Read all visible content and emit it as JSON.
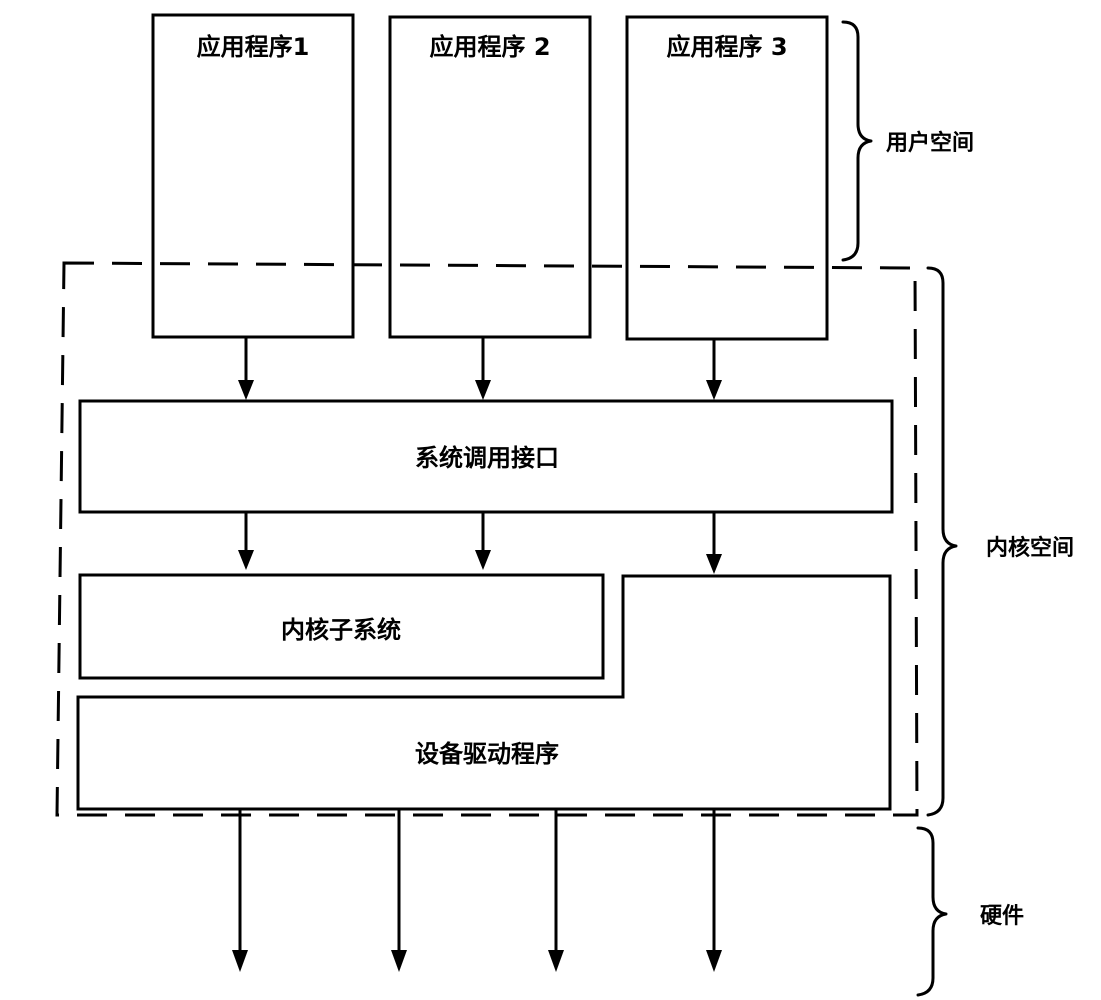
{
  "apps": [
    {
      "label": "应用程序1"
    },
    {
      "label": "应用程序 2"
    },
    {
      "label": "应用程序 3"
    }
  ],
  "syscall": {
    "label": "系统调用接口"
  },
  "kernel_subsystem": {
    "label": "内核子系统"
  },
  "device_driver": {
    "label": "设备驱动程序"
  },
  "regions": {
    "user_space": "用户空间",
    "kernel_space": "内核空间",
    "hardware": "硬件"
  }
}
